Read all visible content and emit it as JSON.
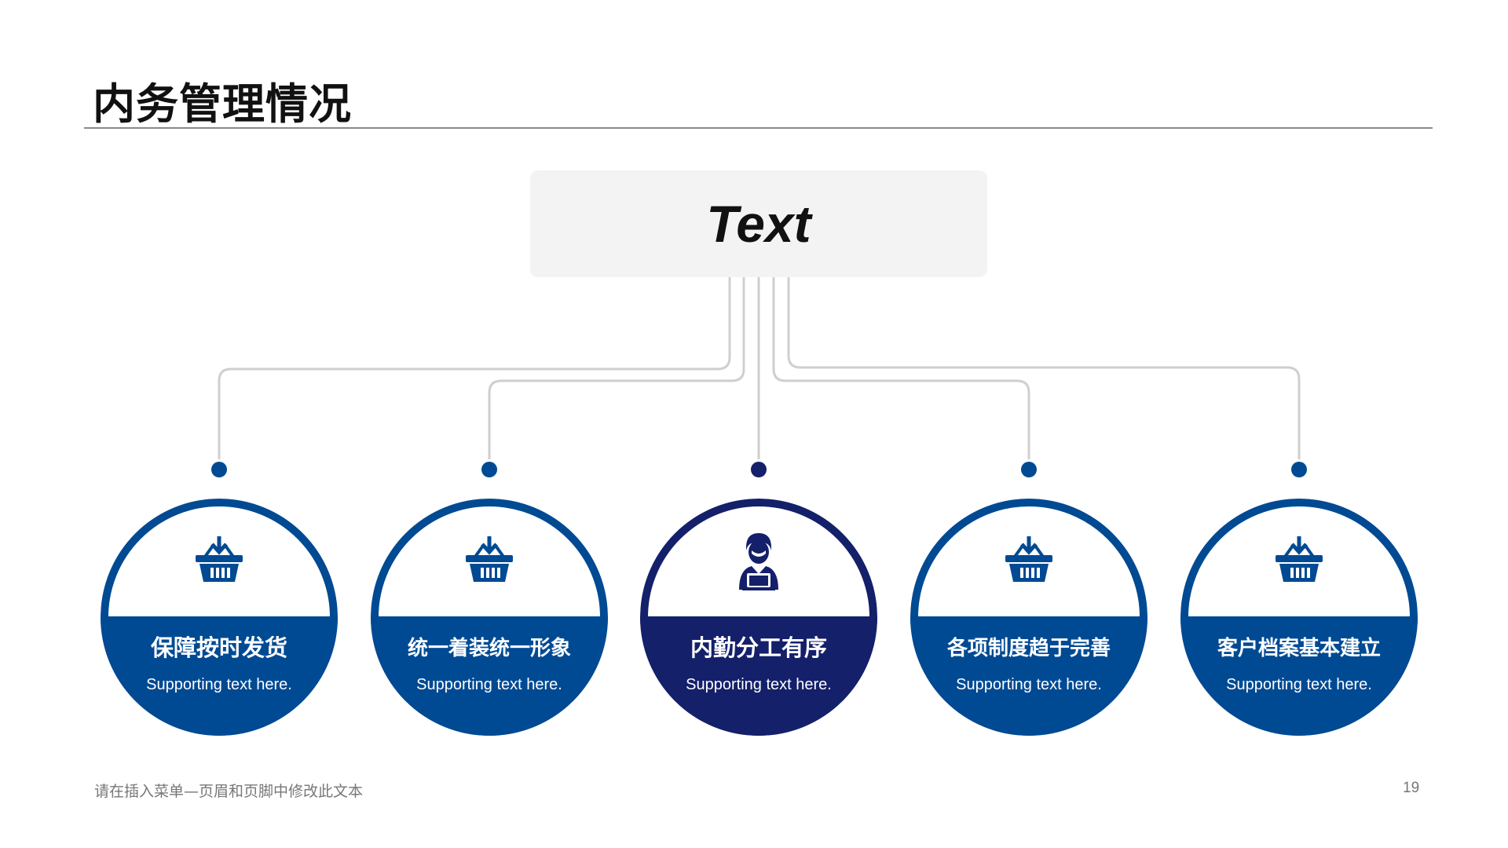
{
  "title": "内务管理情况",
  "root": {
    "label": "Text"
  },
  "nodes": [
    {
      "label": "保障按时发货",
      "sub": "Supporting text here.",
      "icon": "basket-icon",
      "color": "#004a93"
    },
    {
      "label": "统一着装统一形象",
      "sub": "Supporting text here.",
      "icon": "basket-icon",
      "color": "#004a93"
    },
    {
      "label": "内勤分工有序",
      "sub": "Supporting text here.",
      "icon": "person-laptop-icon",
      "color": "#14206a"
    },
    {
      "label": "各项制度趋于完善",
      "sub": "Supporting text here.",
      "icon": "basket-icon",
      "color": "#004a93"
    },
    {
      "label": "客户档案基本建立",
      "sub": "Supporting text here.",
      "icon": "basket-icon",
      "color": "#004a93"
    }
  ],
  "footer": "请在插入菜单—页眉和页脚中修改此文本",
  "page_number": "19"
}
